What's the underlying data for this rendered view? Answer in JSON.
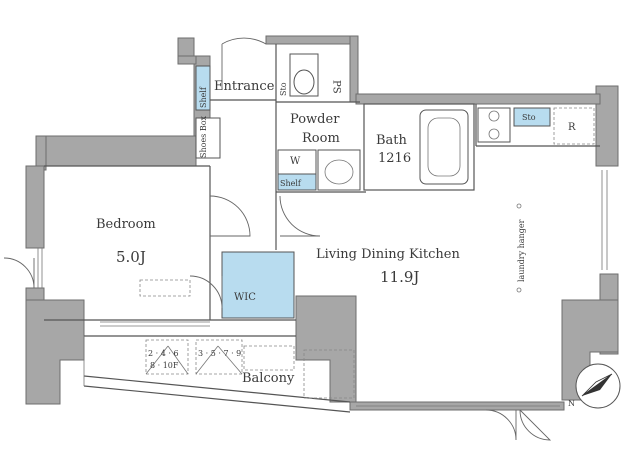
{
  "rooms": {
    "entrance": "Entrance",
    "powder_room_line1": "Powder",
    "powder_room_line2": "Room",
    "bath": "Bath",
    "bath_size": "1216",
    "bedroom": "Bedroom",
    "bedroom_size": "5.0J",
    "ldk": "Living Dining Kitchen",
    "ldk_size": "11.9J",
    "wic": "WIC",
    "balcony": "Balcony"
  },
  "labels": {
    "shelf_left": "Shelf",
    "shoes_box": "Shoes Box",
    "sto_entrance": "Sto",
    "ps": "PS",
    "w": "W",
    "shelf_wash": "Shelf",
    "sto_kitchen": "Sto",
    "r": "R",
    "laundry_hanger": "laundry hanger",
    "hatch_1": "2 · 4 · 6",
    "hatch_1b": "8 · 10F",
    "hatch_2": "3 · 5 · 7 · 9",
    "north": "N"
  },
  "colors": {
    "wall": "#a7a7a7",
    "highlight": "#b8dcef"
  }
}
